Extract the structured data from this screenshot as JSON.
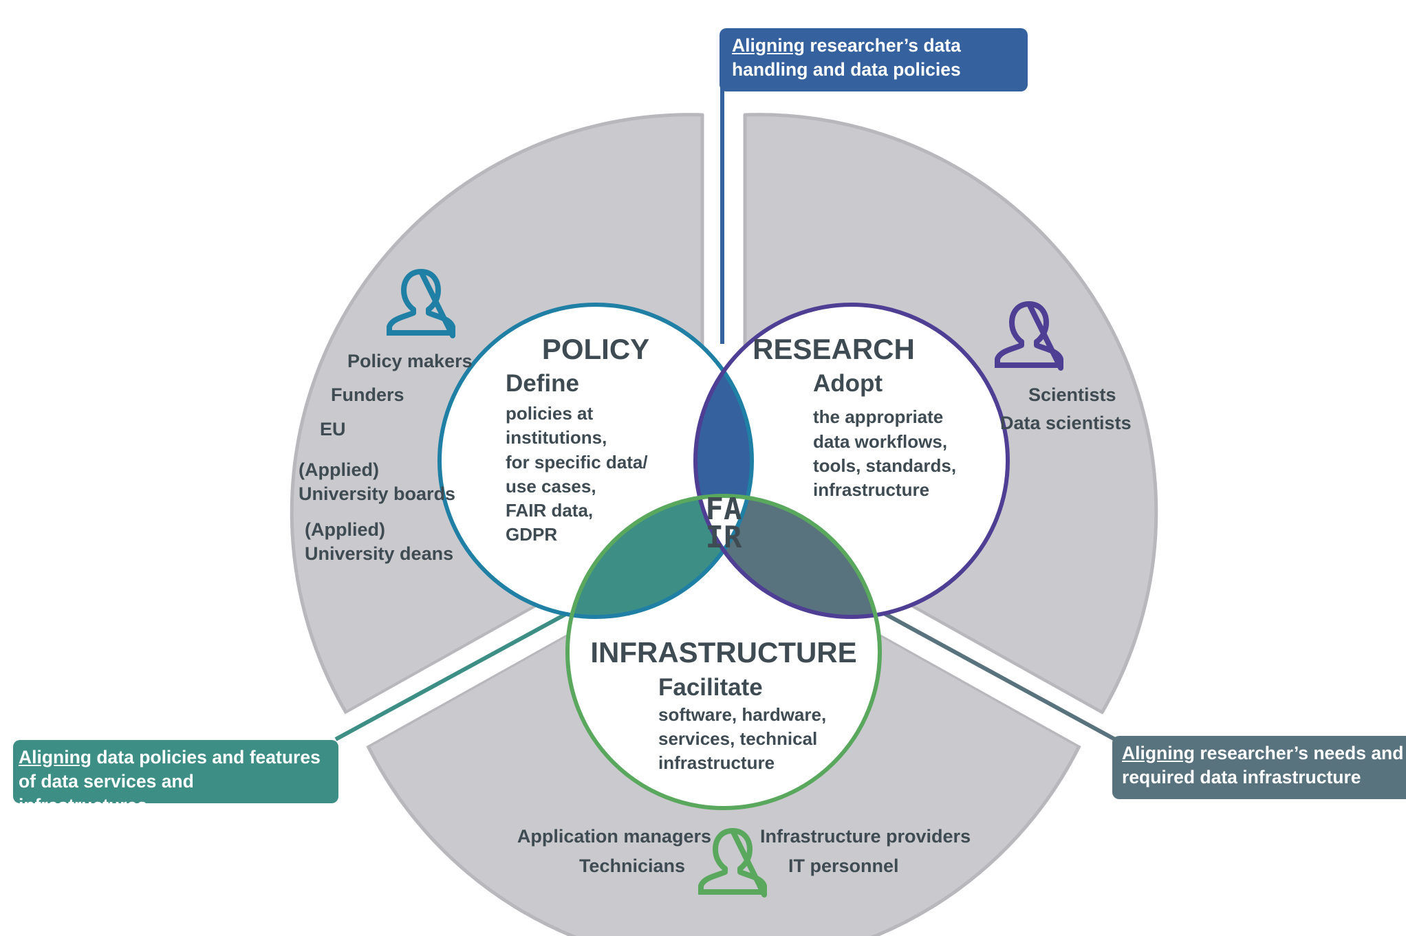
{
  "colors": {
    "segment_fill": "#c9c9ce",
    "segment_stroke": "#b7b7bc",
    "policy": "#1f7fa4",
    "research": "#4e3e94",
    "infrastructure": "#5aa85e",
    "lens_policy_research": "#35619e",
    "lens_policy_infrastructure": "#3d8f86",
    "lens_research_infrastructure": "#58727e",
    "callout_top": "#35619e",
    "callout_left": "#3d8f86",
    "callout_right": "#58727e",
    "text": "#3f4b52"
  },
  "callouts": {
    "top": {
      "underlined": "Aligning",
      "line1_rest": " researcher’s data",
      "line2": "handling and data policies"
    },
    "left": {
      "underlined": "Aligning",
      "line1_rest": " data policies and features",
      "line2": "of data services and infrastructures"
    },
    "right": {
      "underlined": "Aligning",
      "line1_rest": " researcher’s needs and",
      "line2": "required data infrastructure"
    }
  },
  "policy": {
    "title": "POLICY",
    "verb": "Define",
    "lines": [
      "policies at",
      "institutions,",
      "for specific data/",
      "use cases,",
      "FAIR data,",
      "GDPR"
    ],
    "icon": "person-icon"
  },
  "research": {
    "title": "RESEARCH",
    "verb": "Adopt",
    "lines": [
      "the appropriate",
      "data workflows,",
      "tools, standards,",
      "infrastructure"
    ],
    "icon": "person-icon"
  },
  "infrastructure": {
    "title": "INFRASTRUCTURE",
    "verb": "Facilitate",
    "lines": [
      "software, hardware,",
      "services, technical",
      "infrastructure"
    ],
    "icon": "person-icon"
  },
  "fair": {
    "line1": "FA",
    "line2": "IR"
  },
  "stakeholders": {
    "policy": [
      "Policy makers",
      "Funders",
      "EU",
      "(Applied)",
      "University boards",
      "(Applied)",
      "University deans"
    ],
    "research": [
      "Scientists",
      "Data scientists"
    ],
    "infrastructure_left": [
      "Application managers",
      "Technicians"
    ],
    "infrastructure_right": [
      "Infrastructure providers",
      "IT personnel"
    ]
  }
}
